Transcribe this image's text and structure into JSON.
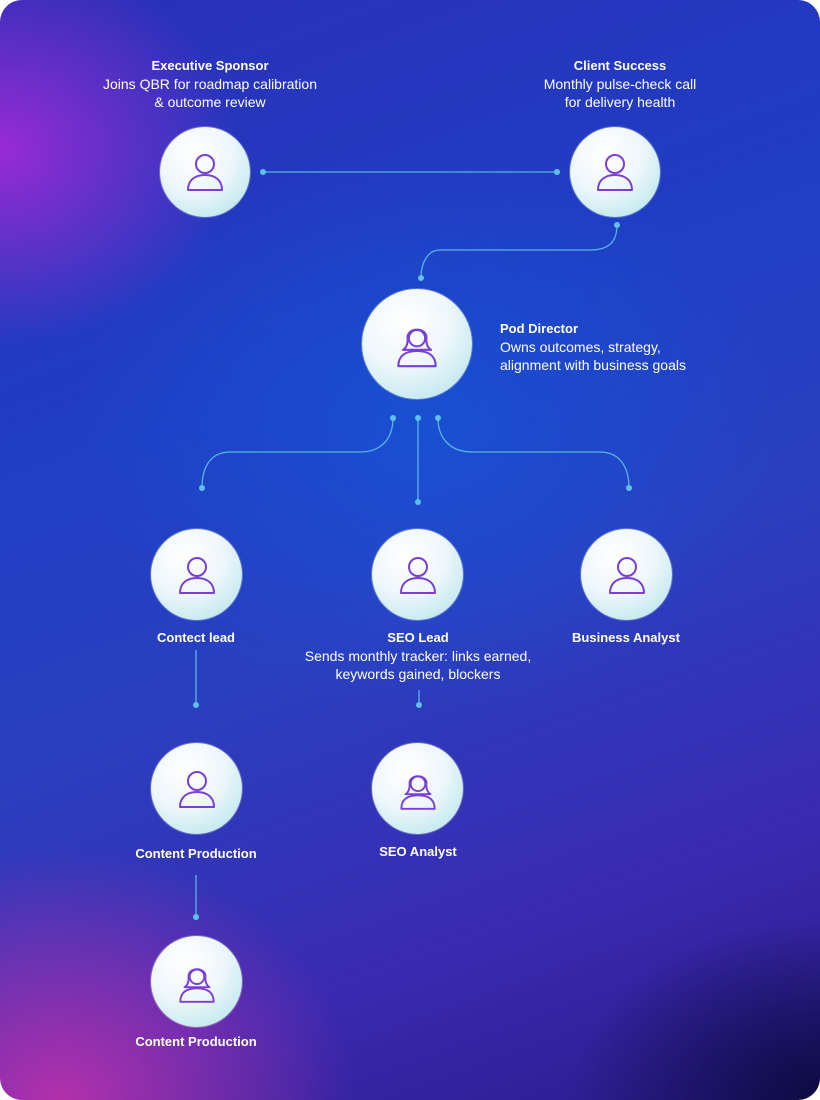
{
  "colors": {
    "connector": "#5ec2e6",
    "icon_stroke": "#7a3fd6",
    "label_text": "#ffffff"
  },
  "nodes": {
    "executive_sponsor": {
      "title": "Executive Sponsor",
      "desc_1": "Joins QBR for roadmap calibration",
      "desc_2": "& outcome review",
      "icon": "person-icon"
    },
    "client_success": {
      "title": "Client Success",
      "desc_1": "Monthly pulse-check call",
      "desc_2": "for delivery health",
      "icon": "person-icon"
    },
    "pod_director": {
      "title": "Pod Director",
      "desc_1": "Owns outcomes, strategy,",
      "desc_2": "alignment with business goals",
      "icon": "woman-icon"
    },
    "content_lead": {
      "title": "Contect lead",
      "icon": "person-icon"
    },
    "seo_lead": {
      "title": "SEO Lead",
      "desc_1": "Sends monthly tracker: links earned,",
      "desc_2": "keywords gained, blockers",
      "icon": "person-icon"
    },
    "business_analyst": {
      "title": "Business Analyst",
      "icon": "person-icon"
    },
    "content_production_1": {
      "title": "Content Production",
      "icon": "person-icon"
    },
    "seo_analyst": {
      "title": "SEO Analyst",
      "icon": "woman-icon"
    },
    "content_production_2": {
      "title": "Content Production",
      "icon": "woman-icon"
    }
  }
}
